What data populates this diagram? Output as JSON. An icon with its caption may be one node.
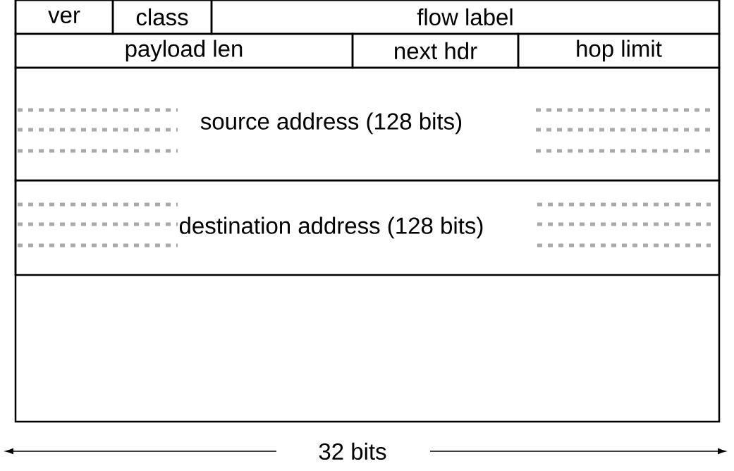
{
  "diagram": {
    "nodes": [
      {
        "text": [],
        "shape": "box"
      },
      {
        "text": [
          "ver"
        ],
        "in": 0
      },
      {
        "text": [
          "class"
        ],
        "in": 0
      },
      {
        "text": [
          "flow label"
        ],
        "in": 0
      },
      {
        "text": [
          "payload len"
        ],
        "in": 0
      },
      {
        "text": [
          "next hdr"
        ],
        "in": 0
      },
      {
        "text": [
          "hop limit"
        ],
        "in": 0
      },
      {
        "text": [
          "source address (128 bits)"
        ],
        "in": 0
      },
      {
        "text": [
          "destination address (128 bits)"
        ],
        "in": 0
      }
    ],
    "labels": [
      "32 bits"
    ]
  }
}
